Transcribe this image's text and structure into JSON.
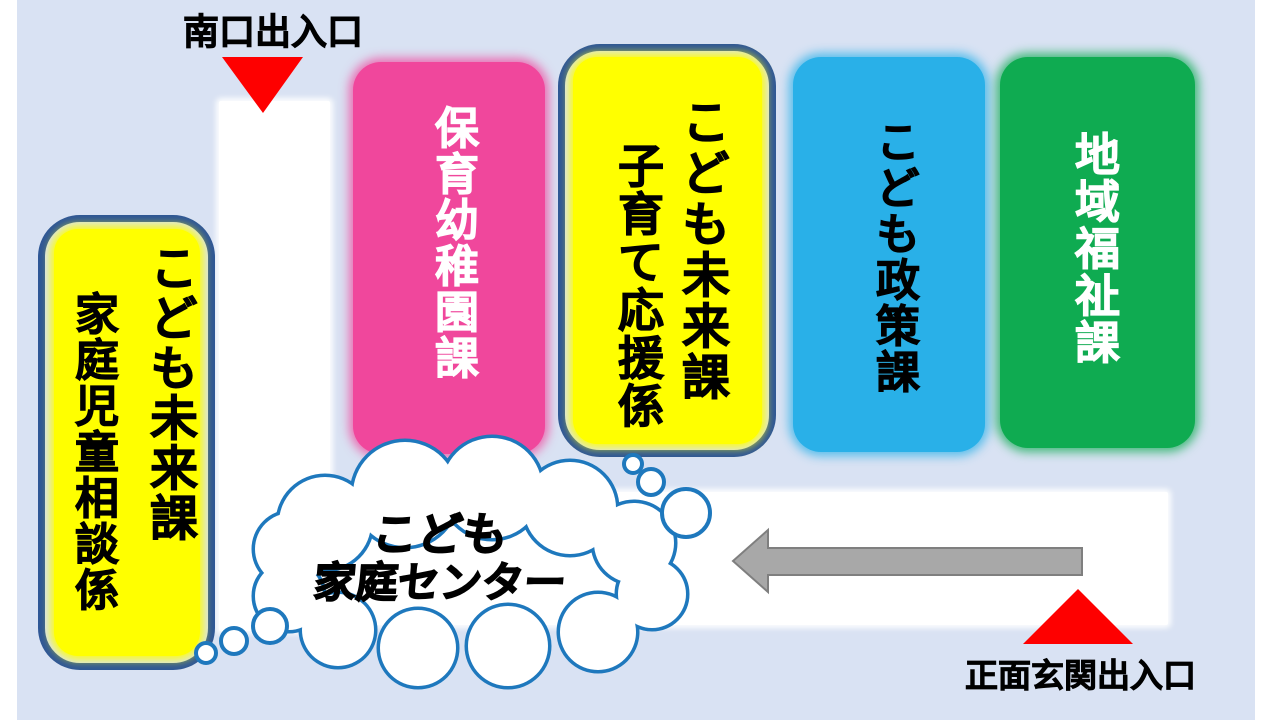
{
  "colors": {
    "page_margin": "#ffffff",
    "slide_background": "#d9e2f3",
    "corridor_white": "#ffffff",
    "highlight_yellow": "#ffff00",
    "highlight_border_blue": "#2f5796",
    "pink": "#f0479c",
    "light_blue": "#29b0e8",
    "green": "#0fab51",
    "cloud_outline_blue": "#1e78bd",
    "entrance_red": "#fe0000",
    "arrow_gray": "#a8a8a8",
    "arrow_gray_border": "#7f7f7f",
    "text_black": "#000000",
    "text_white": "#ffffff"
  },
  "entrances": {
    "south": {
      "label": "南口出入口"
    },
    "main": {
      "label": "正面玄関出入口"
    }
  },
  "cloud": {
    "line1": "こども",
    "line2": "家庭センター"
  },
  "rooms": [
    {
      "id": "kodomo-mirai-katei-jido",
      "column1": "こども未来課",
      "column2": "家庭児童相談係",
      "highlighted": true
    },
    {
      "id": "hoiku-yochien",
      "column1": "保育幼稚園課",
      "highlighted": false
    },
    {
      "id": "kodomo-mirai-kosodate",
      "column1": "こども未来課",
      "column2": "子育て応援係",
      "highlighted": true
    },
    {
      "id": "kodomo-seisaku",
      "column1": "こども政策課",
      "highlighted": false
    },
    {
      "id": "chiiki-fukushi",
      "column1": "地域福祉課",
      "highlighted": false
    }
  ]
}
